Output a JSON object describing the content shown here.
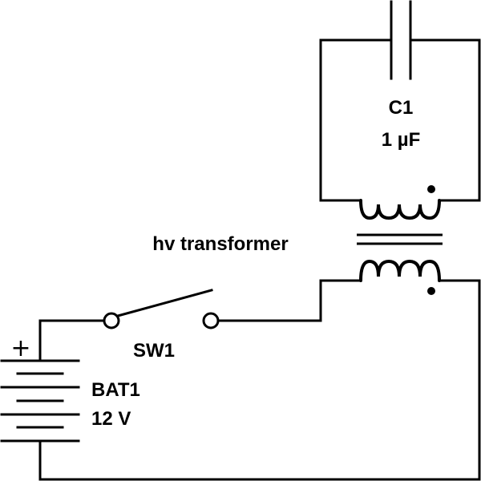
{
  "capacitor": {
    "ref": "C1",
    "value": "1 µF"
  },
  "transformer": {
    "label": "hv transformer"
  },
  "switch": {
    "ref": "SW1"
  },
  "battery": {
    "ref": "BAT1",
    "value": "12 V",
    "polarity": "+"
  }
}
